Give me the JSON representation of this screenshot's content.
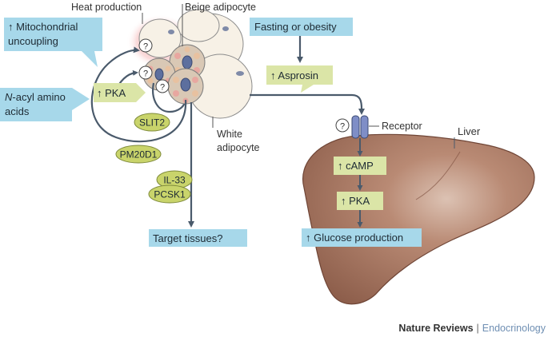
{
  "labels": {
    "heat_production": "Heat production",
    "beige_adipocyte": "Beige adipocyte",
    "white_adipocyte_line1": "White",
    "white_adipocyte_line2": "adipocyte",
    "liver": "Liver",
    "receptor": "Receptor"
  },
  "boxes": {
    "mitochondrial_line1": "↑ Mitochondrial",
    "mitochondrial_line2": "uncoupling",
    "n_acyl_prefix": "N",
    "n_acyl_line1_rest": "-acyl amino",
    "n_acyl_line2": "acids",
    "fasting": "Fasting or obesity",
    "asprosin": "↑ Asprosin",
    "target_tissues": "Target tissues?",
    "glucose_production": "↑ Glucose production"
  },
  "green_labels": {
    "pka_adipocyte": "↑ PKA",
    "camp": "↑ cAMP",
    "pka_liver": "↑ PKA"
  },
  "ovals": {
    "slit2": "SLIT2",
    "pm20d1": "PM20D1",
    "il33": "IL-33",
    "pcsk1": "PCSK1"
  },
  "question_mark": "?",
  "footer": {
    "journal": "Nature Reviews",
    "separator": "|",
    "section": "Endocrinology"
  },
  "colors": {
    "blue_box": "#a7d8ea",
    "green_label": "#dbe5a7",
    "oval": "#c9d46b",
    "liver": "#9b6a55",
    "arrow": "#4a5a6b",
    "heat_glow": "#f2a6a6",
    "footer_accent": "#6f8fb3"
  }
}
